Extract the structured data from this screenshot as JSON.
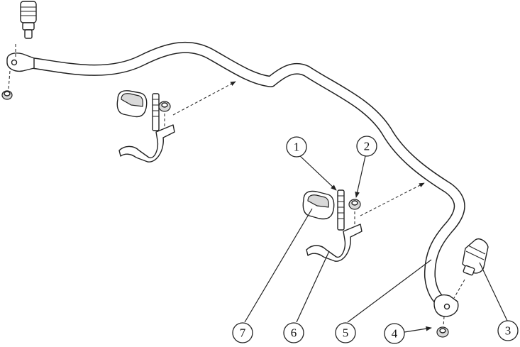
{
  "callouts": [
    {
      "id": "callout-1",
      "label": "1"
    },
    {
      "id": "callout-2",
      "label": "2"
    },
    {
      "id": "callout-3",
      "label": "3"
    },
    {
      "id": "callout-4",
      "label": "4"
    },
    {
      "id": "callout-5",
      "label": "5"
    },
    {
      "id": "callout-6",
      "label": "6"
    },
    {
      "id": "callout-7",
      "label": "7"
    }
  ],
  "colors": {
    "line": "#222222",
    "background": "#ffffff"
  }
}
